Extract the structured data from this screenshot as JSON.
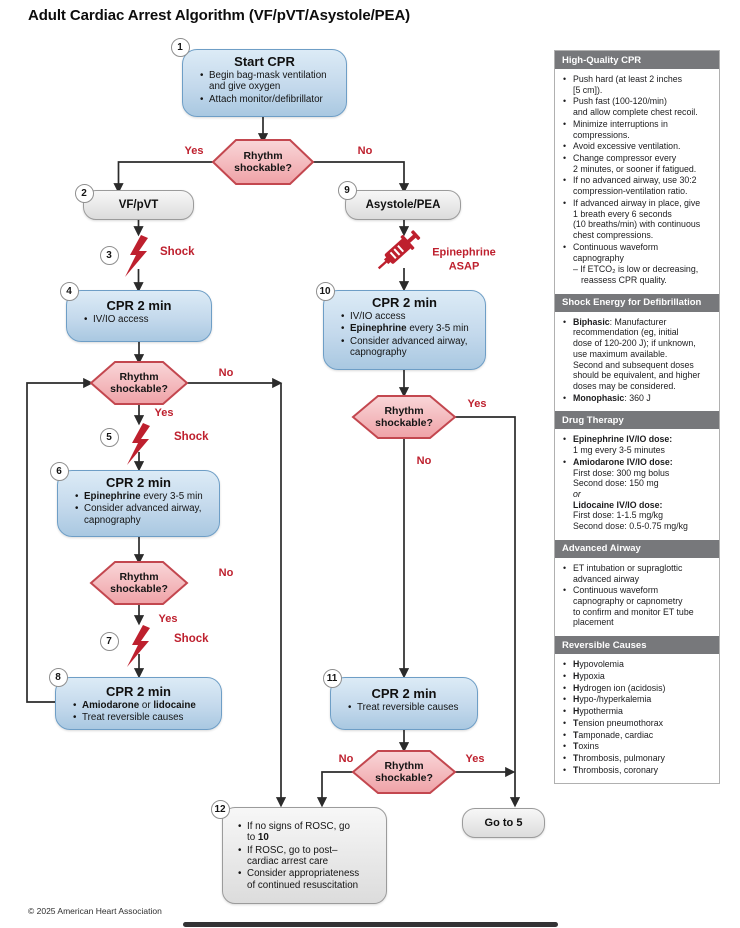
{
  "page": {
    "title": "Adult Cardiac Arrest Algorithm (VF/pVT/Asystole/PEA)",
    "footer": "© 2025 American Heart Association"
  },
  "colors": {
    "accent_red": "#be202e",
    "blue_box_border": "#6e9ec6",
    "hexagon_border": "#c3474f",
    "sidebar_header_bg": "#77787b",
    "line_color": "#2b2b2b"
  },
  "flowchart": {
    "steps": {
      "s1": {
        "num": "1",
        "title": "Start CPR",
        "bullets": [
          "Begin bag-mask ventilation\nand give oxygen",
          "Attach monitor/defibrillator"
        ]
      },
      "d1": {
        "question": "Rhythm\nshockable?",
        "yes": "Yes",
        "no": "No"
      },
      "s2": {
        "num": "2",
        "label": "VF/pVT"
      },
      "s3": {
        "num": "3",
        "label": "Shock"
      },
      "s4": {
        "num": "4",
        "title": "CPR 2 min",
        "bullets": [
          "IV/IO access"
        ]
      },
      "d2": {
        "question": "Rhythm\nshockable?",
        "yes": "Yes",
        "no": "No"
      },
      "s5": {
        "num": "5",
        "label": "Shock"
      },
      "s6": {
        "num": "6",
        "title": "CPR 2 min",
        "bullets": [
          "**Epinephrine** every 3-5 min",
          "Consider advanced airway,\ncapnography"
        ]
      },
      "d3": {
        "question": "Rhythm\nshockable?",
        "yes": "Yes",
        "no": "No"
      },
      "s7": {
        "num": "7",
        "label": "Shock"
      },
      "s8": {
        "num": "8",
        "title": "CPR 2 min",
        "bullets": [
          "**Amiodarone** or **lidocaine**",
          "Treat reversible causes"
        ]
      },
      "s9": {
        "num": "9",
        "label": "Asystole/PEA"
      },
      "epi": {
        "label": "Epinephrine\nASAP"
      },
      "s10": {
        "num": "10",
        "title": "CPR 2 min",
        "bullets": [
          "IV/IO access",
          "**Epinephrine** every 3-5 min",
          "Consider advanced airway,\ncapnography"
        ]
      },
      "d4": {
        "question": "Rhythm\nshockable?",
        "yes": "Yes",
        "no": "No"
      },
      "s11": {
        "num": "11",
        "title": "CPR 2 min",
        "bullets": [
          "Treat reversible causes"
        ]
      },
      "d5": {
        "question": "Rhythm\nshockable?",
        "yes": "Yes",
        "no": "No"
      },
      "s12": {
        "num": "12",
        "bullets": [
          "If no signs of ROSC, go\nto **10**",
          "If ROSC, go to post–\ncardiac arrest care",
          "Consider appropriateness\nof continued resuscitation"
        ]
      },
      "goto5": {
        "label": "Go to 5"
      }
    }
  },
  "sidebar": {
    "sections": [
      {
        "title": "High-Quality CPR",
        "items": [
          "Push hard (at least 2 inches\n[5 cm]).",
          "Push fast (100-120/min)\nand allow complete chest recoil.",
          "Minimize interruptions in\ncompressions.",
          "Avoid excessive ventilation.",
          "Change compressor every\n2 minutes, or sooner if fatigued.",
          "If no advanced airway, use 30:2\ncompression-ventilation ratio.",
          "If advanced airway in place, give\n1 breath every 6 seconds\n(10 breaths/min) with continuous\nchest compressions.",
          "Continuous waveform\ncapnography",
          "– If ETCO₂ is low or decreasing,\nreassess CPR quality."
        ]
      },
      {
        "title": "Shock Energy for Defibrillation",
        "items": [
          "**Biphasic**: Manufacturer\nrecommendation (eg, initial\ndose of 120-200 J); if unknown,\nuse maximum available.\nSecond and subsequent doses\nshould be equivalent, and higher\ndoses may be considered.",
          "**Monophasic**: 360 J"
        ]
      },
      {
        "title": "Drug Therapy",
        "items": [
          "**Epinephrine IV/IO dose:**\n1 mg every 3-5 minutes",
          "**Amiodarone IV/IO dose:**\nFirst dose: 300 mg bolus\nSecond dose: 150 mg\n*or*\n**Lidocaine IV/IO dose:**\nFirst dose: 1-1.5 mg/kg\nSecond dose: 0.5-0.75 mg/kg"
        ]
      },
      {
        "title": "Advanced Airway",
        "items": [
          "ET intubation or supraglottic\nadvanced airway",
          "Continuous waveform\ncapnography or capnometry\nto confirm and monitor ET tube\nplacement"
        ]
      },
      {
        "title": "Reversible Causes",
        "items": [
          "**H**ypovolemia",
          "**H**ypoxia",
          "**H**ydrogen ion (acidosis)",
          "**H**ypo-/hyperkalemia",
          "**H**ypothermia",
          "**T**ension pneumothorax",
          "**T**amponade, cardiac",
          "**T**oxins",
          "**T**hrombosis, pulmonary",
          "**T**hrombosis, coronary"
        ]
      }
    ]
  }
}
